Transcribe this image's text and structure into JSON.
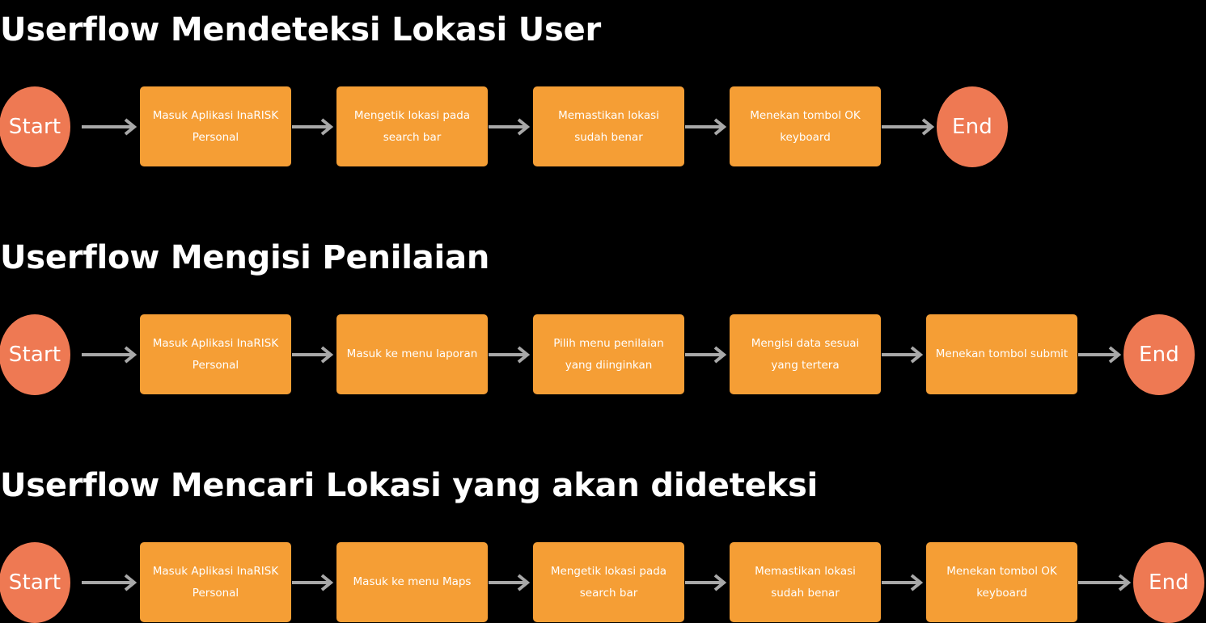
{
  "page": {
    "background_color": "#000000",
    "box_color": "#F59E35",
    "terminator_color": "#EE7953",
    "arrow_color": "#A8A8A8",
    "text_color": "#FFFFFF"
  },
  "sections": [
    {
      "title": "Userflow Mendeteksi Lokasi User",
      "nodes": [
        {
          "type": "terminator",
          "label": "Start"
        },
        {
          "type": "process",
          "label": "Masuk Aplikasi InaRISK Personal"
        },
        {
          "type": "process",
          "label": "Mengetik lokasi pada search bar"
        },
        {
          "type": "process",
          "label": "Memastikan lokasi sudah benar"
        },
        {
          "type": "process",
          "label": "Menekan tombol OK keyboard"
        },
        {
          "type": "terminator",
          "label": "End"
        }
      ]
    },
    {
      "title": "Userflow Mengisi Penilaian",
      "nodes": [
        {
          "type": "terminator",
          "label": "Start"
        },
        {
          "type": "process",
          "label": "Masuk Aplikasi InaRISK Personal"
        },
        {
          "type": "process",
          "label": "Masuk ke menu laporan"
        },
        {
          "type": "process",
          "label": "Pilih menu penilaian yang diinginkan"
        },
        {
          "type": "process",
          "label": "Mengisi data sesuai yang tertera"
        },
        {
          "type": "process",
          "label": "Menekan tombol submit"
        },
        {
          "type": "terminator",
          "label": "End"
        }
      ]
    },
    {
      "title": "Userflow Mencari Lokasi yang akan dideteksi",
      "nodes": [
        {
          "type": "terminator",
          "label": "Start"
        },
        {
          "type": "process",
          "label": "Masuk Aplikasi InaRISK Personal"
        },
        {
          "type": "process",
          "label": "Masuk ke menu Maps"
        },
        {
          "type": "process",
          "label": "Mengetik lokasi pada search bar"
        },
        {
          "type": "process",
          "label": "Memastikan lokasi sudah benar"
        },
        {
          "type": "process",
          "label": "Menekan tombol OK keyboard"
        },
        {
          "type": "terminator",
          "label": "End"
        }
      ]
    }
  ]
}
